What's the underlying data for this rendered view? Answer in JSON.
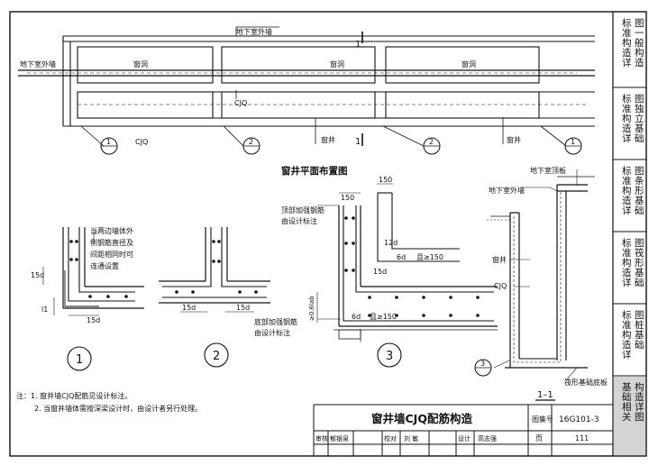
{
  "drawing": {
    "plan_title": "窗井平面布置图",
    "labels": {
      "basement_outer_wall": "地下室外墙",
      "window_opening": "窗洞",
      "cjq": "CJQ",
      "window_well": "窗井",
      "section_mark": "1",
      "section_bar": "|"
    },
    "callouts": [
      "1",
      "2"
    ],
    "detail1": {
      "note": [
        "当两边墙体外",
        "侧钢筋直径及",
        "间距相同时可",
        "连通设置"
      ],
      "dims": {
        "d15": "15d",
        "l1": "l1"
      },
      "number": "1"
    },
    "detail2": {
      "dims": {
        "d15": "15d"
      },
      "number": "2"
    },
    "detail3": {
      "top_rebar": [
        "顶部加强钢筋",
        "由设计标注"
      ],
      "bottom_rebar": [
        "底部加强钢筋",
        "由设计标注"
      ],
      "dims": {
        "d150": "150",
        "d12": "12d",
        "d6": "6d",
        "ge150": "且≥150",
        "d15": "15d",
        "la": "≥0.6lab"
      },
      "number": "3"
    },
    "section": {
      "title": "1–1",
      "labels": {
        "basement_top": "地下室顶板",
        "outer_wall": "地下室外墙",
        "window_well": "窗井",
        "cjq": "CJQ",
        "raft": "筏形基础底板"
      },
      "callout": "3"
    }
  },
  "notes": [
    "注：1. 窗井墙CJQ配筋见设计标注。",
    "2. 当窗井墙体需按深梁设计时，由设计者另行处理。"
  ],
  "title_block": {
    "title": "窗井墙CJQ配筋构造",
    "atlas_label": "图集号",
    "atlas_no": "16G101-3",
    "review_row": [
      "审核",
      "郁银泉",
      "校对",
      "刘 敏",
      "设计",
      "高志强"
    ],
    "page_label": "页",
    "page_no": "111"
  },
  "side_tabs": [
    "标准构造详图 一般构造",
    "标准构造详图 独立基础",
    "标准构造详图 条形基础",
    "标准构造详图 筏形基础",
    "标准构造详图 桩基础",
    "基础相关构造详图"
  ],
  "colors": {
    "line": "#111111",
    "active_tab": "#d4d4d4"
  }
}
